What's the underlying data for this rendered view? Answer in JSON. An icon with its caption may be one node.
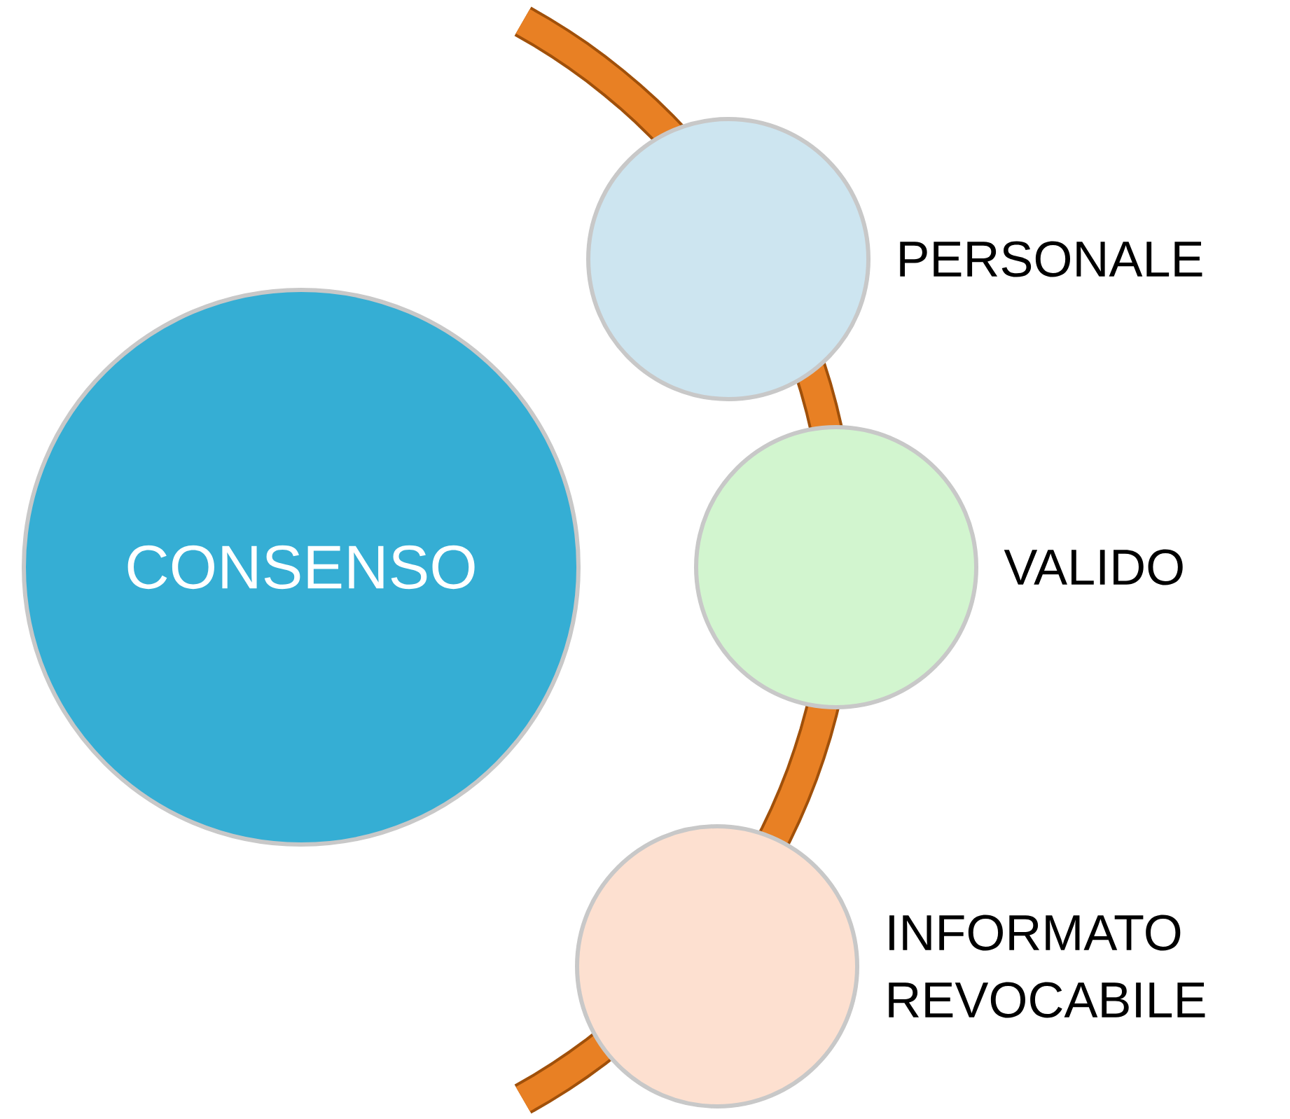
{
  "diagram": {
    "nodes": [
      {
        "text": [
          "CONSENSO"
        ]
      },
      {
        "text": [],
        "shape": "circle",
        "beside": [
          "PERSONALE"
        ]
      },
      {
        "text": [],
        "shape": "circle",
        "beside": [
          "VALIDO"
        ]
      },
      {
        "text": [],
        "shape": "circle",
        "beside": [
          "INFORMATO",
          "REVOCABILE"
        ]
      }
    ]
  }
}
